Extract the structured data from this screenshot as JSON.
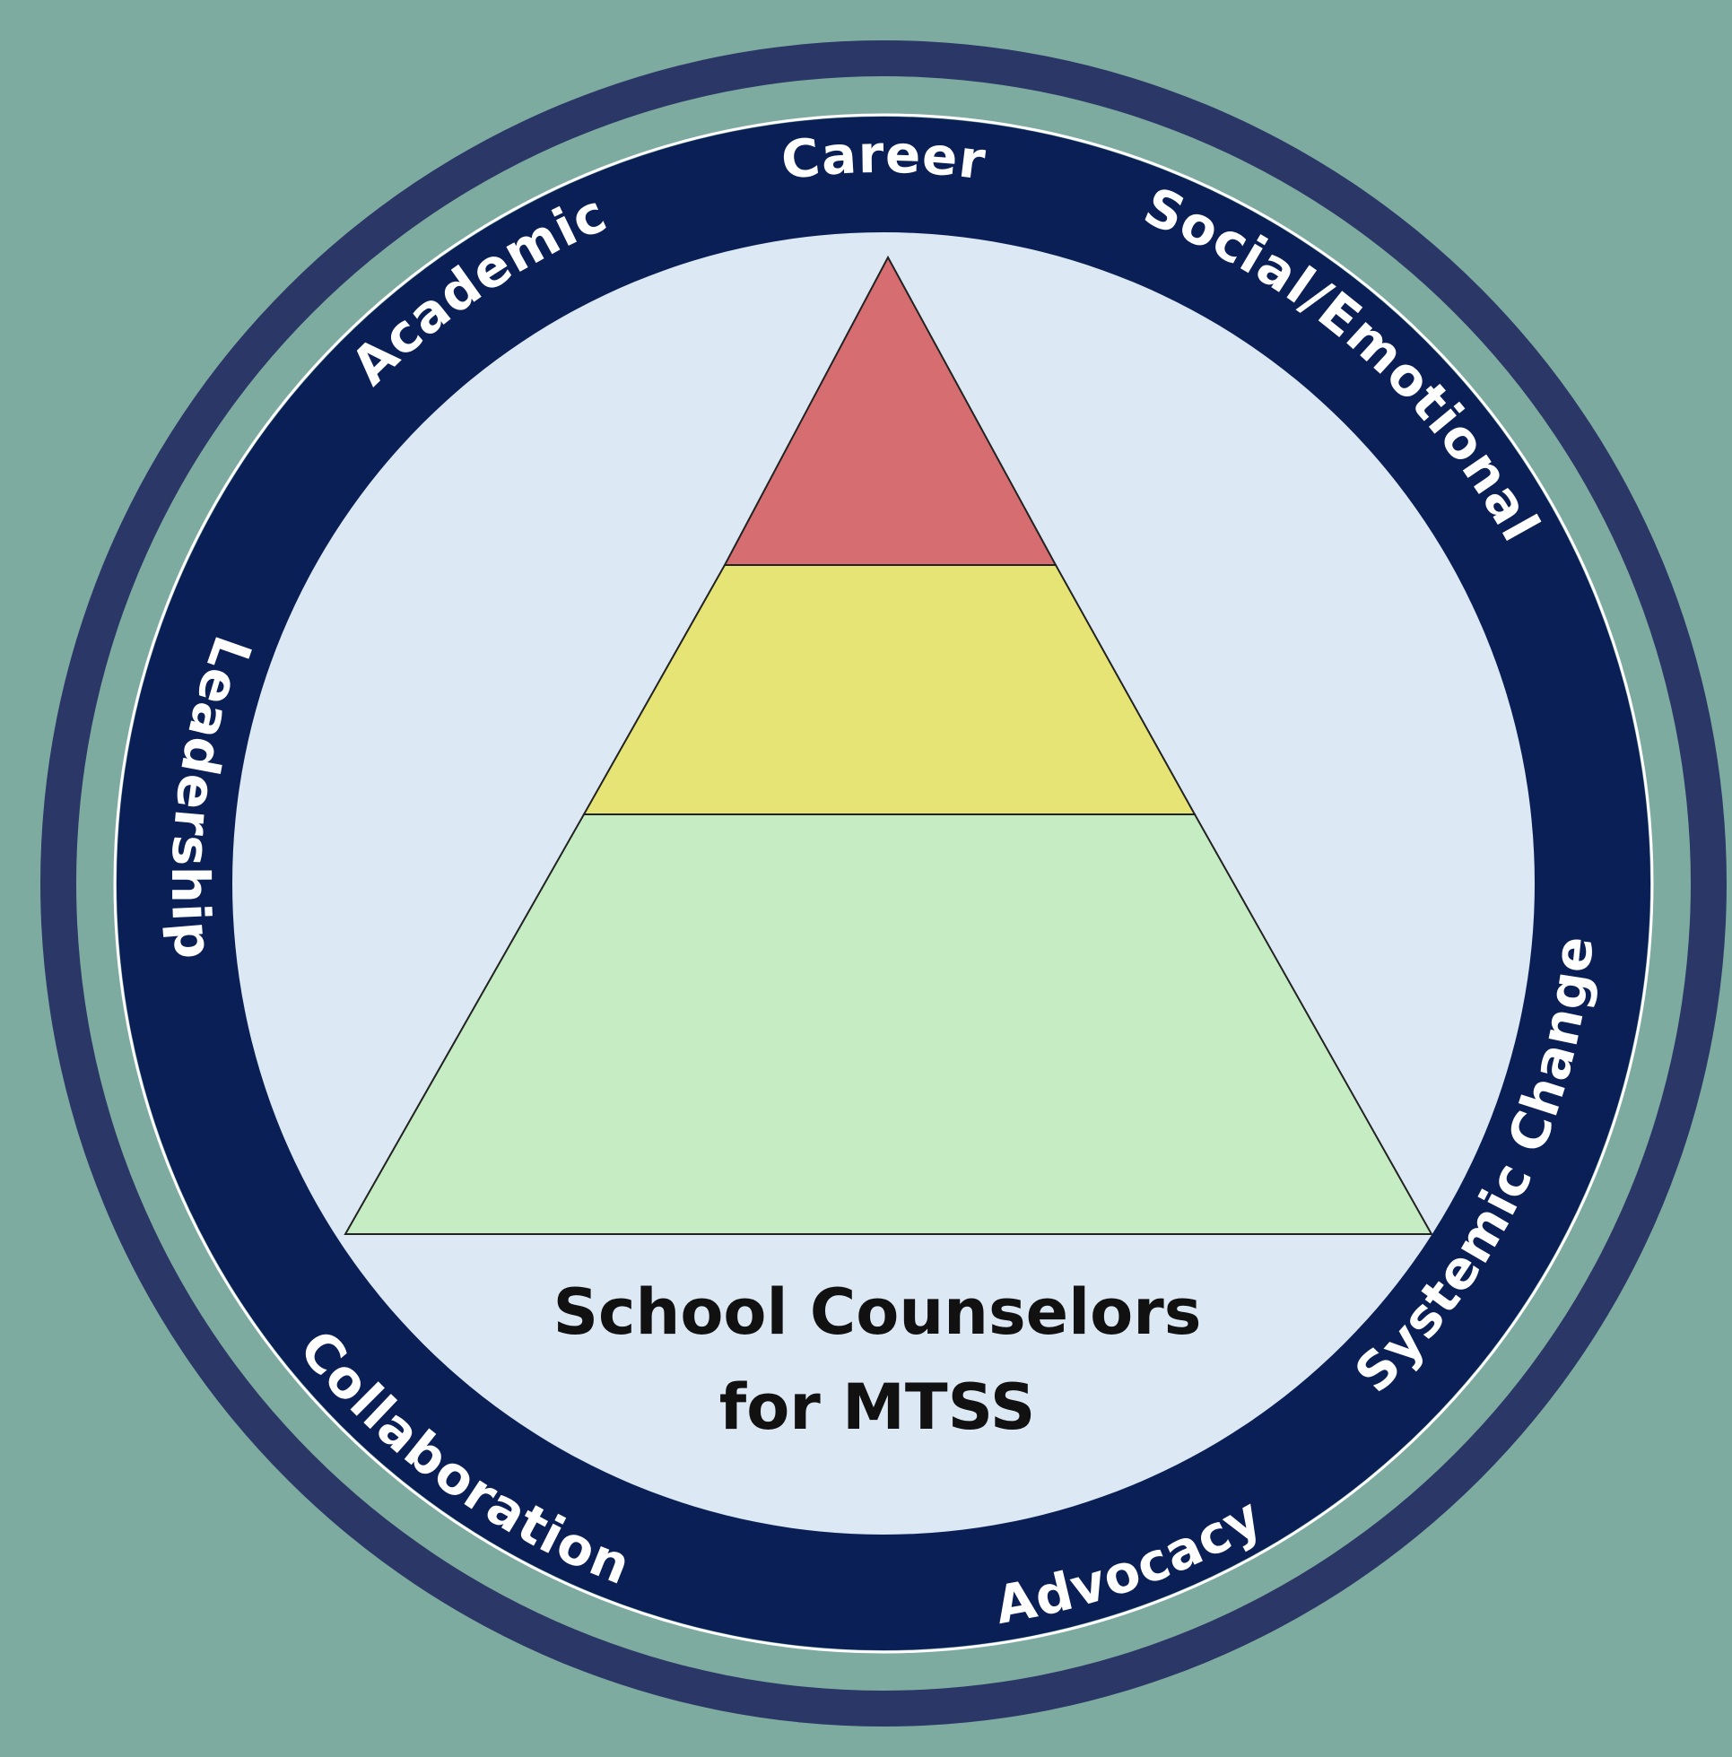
{
  "colors": {
    "background": "#7eaba0",
    "outer_ring": "#2b3766",
    "inner_band": "#0a1f55",
    "inner_disc": "#dce8f3",
    "tier_top": "#d66d71",
    "tier_middle": "#e6e474",
    "tier_bottom": "#c6ecc3",
    "ring_text": "#ffffff",
    "title_text": "#111111"
  },
  "ring_labels": {
    "career": "Career",
    "academic": "Academic",
    "social_emotional": "Social/Emotional",
    "leadership": "Leadership",
    "systemic_change": "Systemic Change",
    "collaboration": "Collaboration",
    "advocacy": "Advocacy"
  },
  "title": {
    "line1": "School Counselors",
    "line2": "for MTSS"
  }
}
